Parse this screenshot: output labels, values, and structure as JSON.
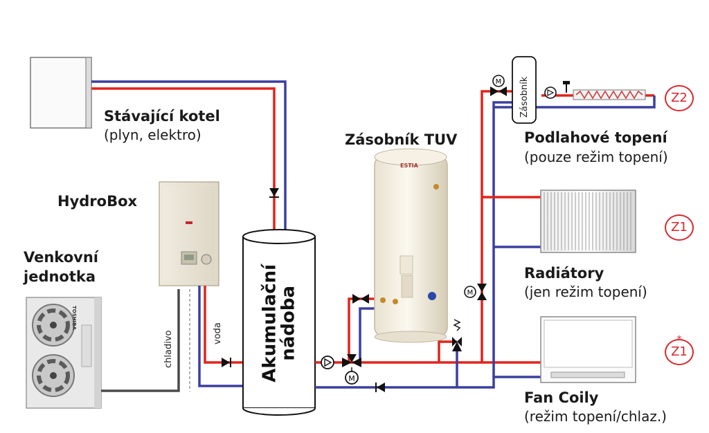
{
  "labels": {
    "boiler_title": "Stávající kotel",
    "boiler_sub": "(plyn, elektro)",
    "hydrobox": "HydroBox",
    "outdoor_line1": "Venkovní",
    "outdoor_line2": "jednotka",
    "dhw_tank": "Zásobník TUV",
    "buffer_line1": "Akumulační",
    "buffer_line2": "nádoba",
    "refrigerant": "chladivo",
    "water": "voda",
    "small_tank": "Zásobník",
    "floor_title": "Podlahové topení",
    "floor_sub": "(pouze režim topení)",
    "rad_title": "Radiátory",
    "rad_sub": "(jen režim topení)",
    "fan_title": "Fan Coily",
    "fan_sub": "(režim topení/chlaz.)",
    "brand_tank": "ESTIA",
    "brand_unit": "TOSHIBA"
  },
  "zones": {
    "z2": "Z2",
    "z1": "Z1",
    "z1_star": "Z1",
    "star": "*"
  },
  "colors": {
    "supply": "#e2231a",
    "return": "#3b3fa0",
    "zone_circle": "#d8262b",
    "refrigerant_line": "#4a4a4a"
  }
}
